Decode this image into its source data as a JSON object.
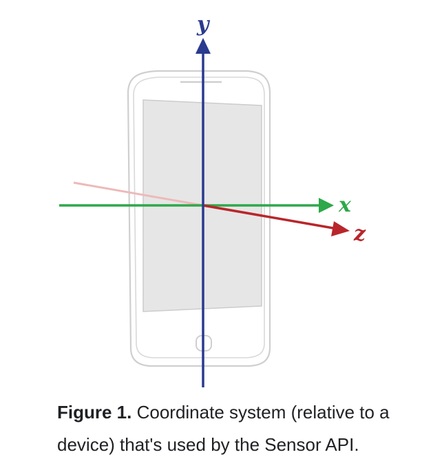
{
  "diagram": {
    "axes": {
      "x": {
        "label": "x",
        "color": "#2ea84a"
      },
      "y": {
        "label": "y",
        "color": "#2a3a8f"
      },
      "z": {
        "label": "z",
        "color": "#b8262b"
      },
      "z_back_color": "#eeb9b9"
    },
    "device": {
      "outline_color": "#cfcfcf",
      "screen_color": "#e6e6e6"
    }
  },
  "caption": {
    "label": "Figure 1.",
    "text": "Coordinate system (relative to a device) that's used by the Sensor API."
  }
}
